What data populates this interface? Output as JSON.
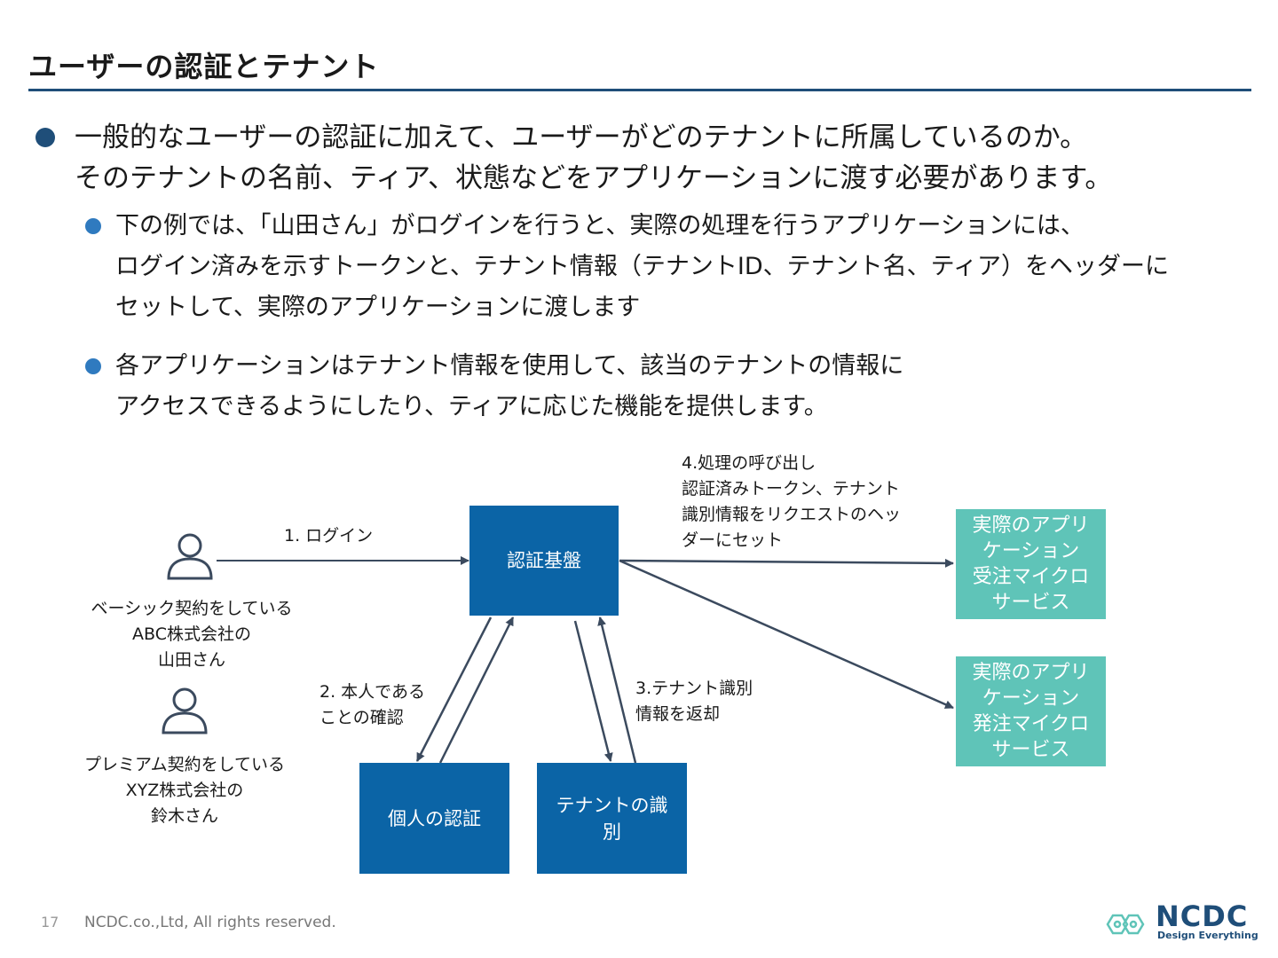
{
  "header": {
    "title": "ユーザーの認証とテナント"
  },
  "bullets": {
    "main": "一般的なユーザーの認証に加えて、ユーザーがどのテナントに所属しているのか。\nそのテナントの名前、ティア、状態などをアプリケーションに渡す必要があります。",
    "sub1": "下の例では、「山田さん」がログインを行うと、実際の処理を行うアプリケーションには、\nログイン済みを示すトークンと、テナント情報（テナントID、テナント名、ティア）をヘッダーに\nセットして、実際のアプリケーションに渡します",
    "sub2": "各アプリケーションはテナント情報を使用して、該当のテナントの情報に\nアクセスできるようにしたり、ティアに応じた機能を提供します。"
  },
  "diagram": {
    "users": [
      {
        "label": "ベーシック契約をしている\nABC株式会社の\n山田さん"
      },
      {
        "label": "プレミアム契約をしている\nXYZ株式会社の\n鈴木さん"
      }
    ],
    "boxes": {
      "auth_platform": "認証基盤",
      "personal_auth": "個人の認証",
      "tenant_id": "テナントの識\n別",
      "order_receive": "実際のアプリ\nケーション\n受注マイクロ\nサービス",
      "order_place": "実際のアプリ\nケーション\n発注マイクロ\nサービス"
    },
    "arrows": {
      "login": "1. ログイン",
      "verify": "2. 本人である\nことの確認",
      "return_tenant": "3.テナント識別\n情報を返却",
      "call": "4.処理の呼び出し\n認証済みトークン、テナント\n識別情報をリクエストのヘッ\nダーにセット"
    },
    "colors": {
      "box_blue": "#0b64a6",
      "box_teal": "#5fc4b8",
      "arrow": "#3b4a5e"
    }
  },
  "footer": {
    "page_number": "17",
    "copyright": "NCDC.co.,Ltd, All rights reserved.",
    "logo_text": "NCDC",
    "logo_sub": "Design Everything"
  }
}
